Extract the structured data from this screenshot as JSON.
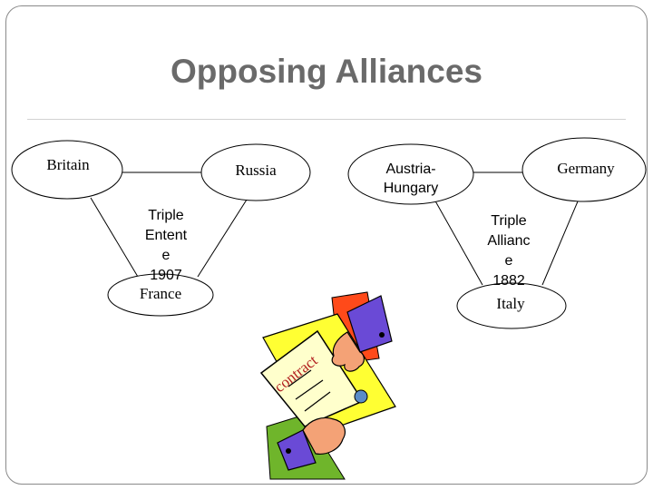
{
  "slide": {
    "title": "Opposing Alliances"
  },
  "nodes": {
    "britain": "Britain",
    "russia": "Russia",
    "austria": [
      "Austria-",
      "Hungary"
    ],
    "germany": "Germany",
    "france": "France",
    "italy": "Italy"
  },
  "alliances": {
    "entente": [
      "Triple",
      "Entent",
      "e",
      "1907"
    ],
    "triple": [
      "Triple",
      "Allianc",
      "e",
      "1882"
    ]
  },
  "clipart": {
    "icon": "contract-handshake-clipart",
    "word": "contract"
  }
}
